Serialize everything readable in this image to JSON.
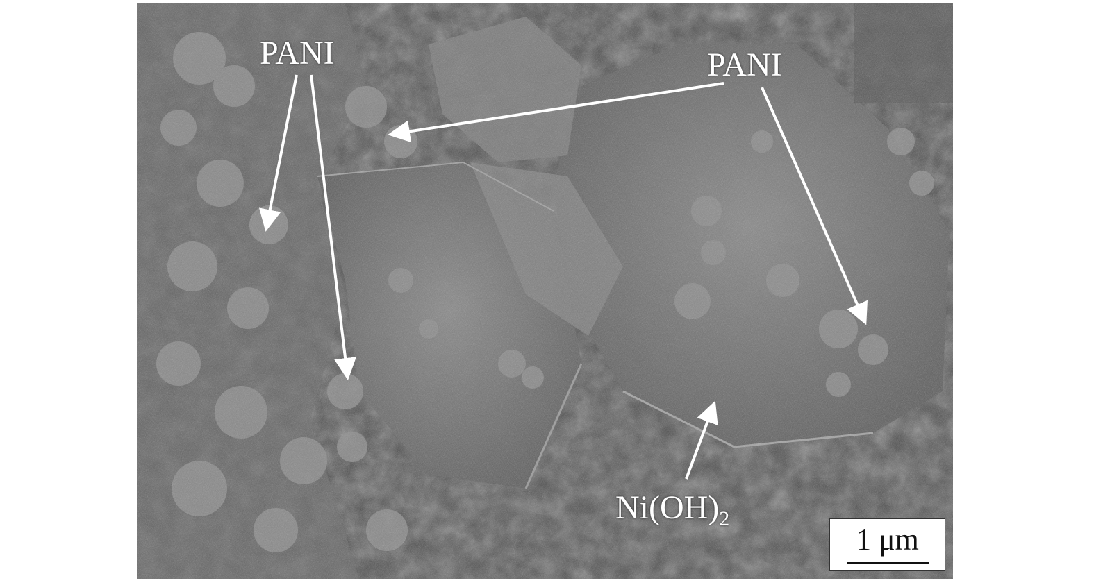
{
  "labels": {
    "pani_left": "PANI",
    "pani_right": "PANI",
    "nioh2_main": "Ni(OH)",
    "nioh2_sub": "2"
  },
  "scale_bar": {
    "text": "1 μm"
  },
  "colors": {
    "annotation": "#ffffff",
    "micrograph_base": "#6e6e6e",
    "scale_bar_bg": "#ffffff"
  },
  "icons": {
    "arrow": "white-arrow-icon"
  }
}
